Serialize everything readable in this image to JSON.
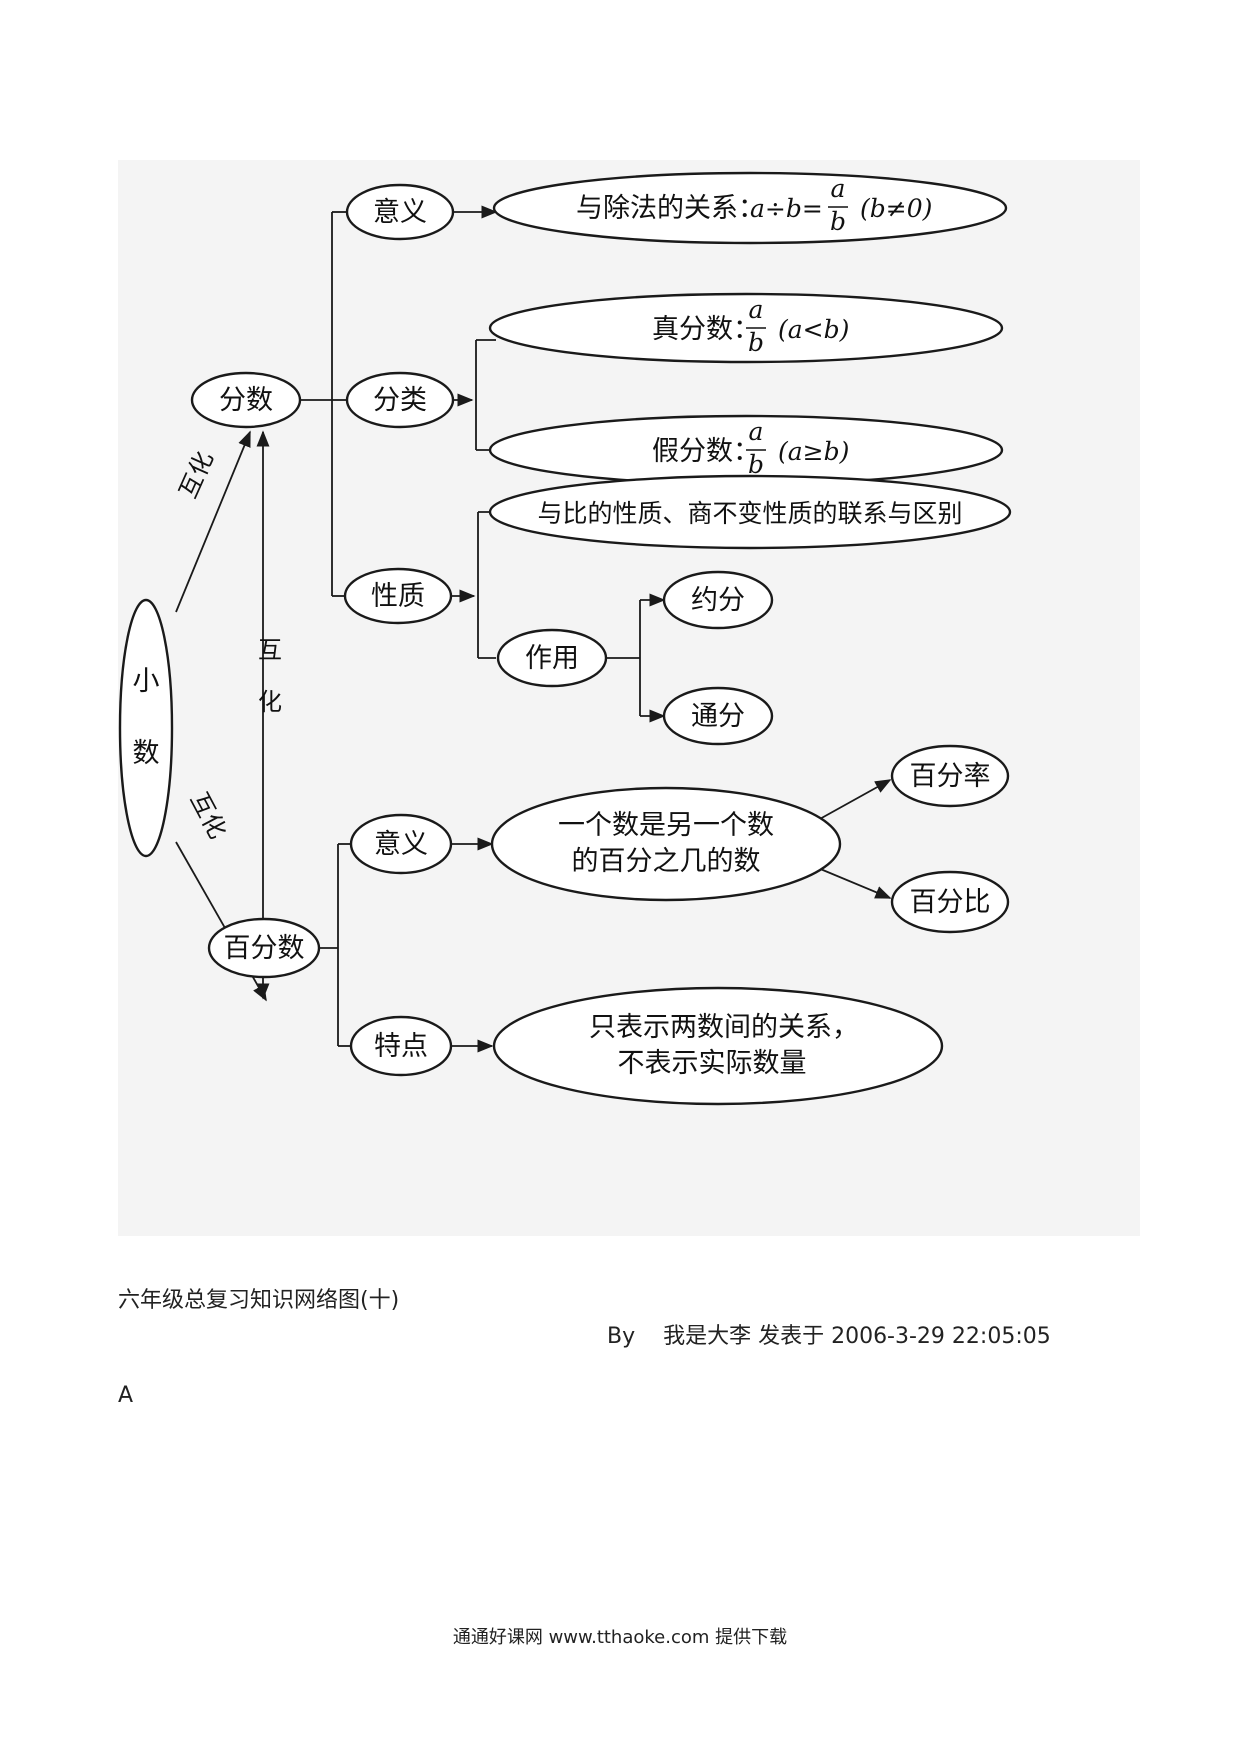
{
  "diagram": {
    "root": "小数",
    "root_chars": [
      "小",
      "数"
    ],
    "edge_labels": {
      "root_to_fraction": "互化",
      "root_to_percent": "互化",
      "fraction_percent": [
        "互",
        "化"
      ]
    },
    "fraction": {
      "label": "分数",
      "meaning": {
        "label": "意义",
        "detail_text": "与除法的关系：",
        "formula": {
          "lhs": "a÷b=",
          "num": "a",
          "den": "b",
          "cond": "(b≠0)"
        }
      },
      "classification": {
        "label": "分类",
        "proper": {
          "text": "真分数：",
          "num": "a",
          "den": "b",
          "cond": "(a<b)"
        },
        "improper": {
          "text": "假分数：",
          "num": "a",
          "den": "b",
          "cond": "(a≥b)"
        }
      },
      "property": {
        "label": "性质",
        "relation": "与比的性质、商不变性质的联系与区别",
        "use": {
          "label": "作用",
          "items": [
            "约分",
            "通分"
          ]
        }
      }
    },
    "percent": {
      "label": "百分数",
      "meaning": {
        "label": "意义",
        "detail_lines": [
          "一个数是另一个数",
          "的百分之几的数"
        ],
        "aliases": [
          "百分率",
          "百分比"
        ]
      },
      "feature": {
        "label": "特点",
        "detail_lines": [
          "只表示两数间的关系，",
          "不表示实际数量"
        ]
      }
    }
  },
  "caption": {
    "title": "六年级总复习知识网络图(十)",
    "byline": "By    我是大李 发表于 2006-3-29 22:05:05",
    "marker": "A"
  },
  "footer": "通通好课网 www.tthaoke.com 提供下载",
  "colors": {
    "ink": "#1a1a1a",
    "scan_background": "#f4f4f4",
    "page": "#ffffff"
  }
}
